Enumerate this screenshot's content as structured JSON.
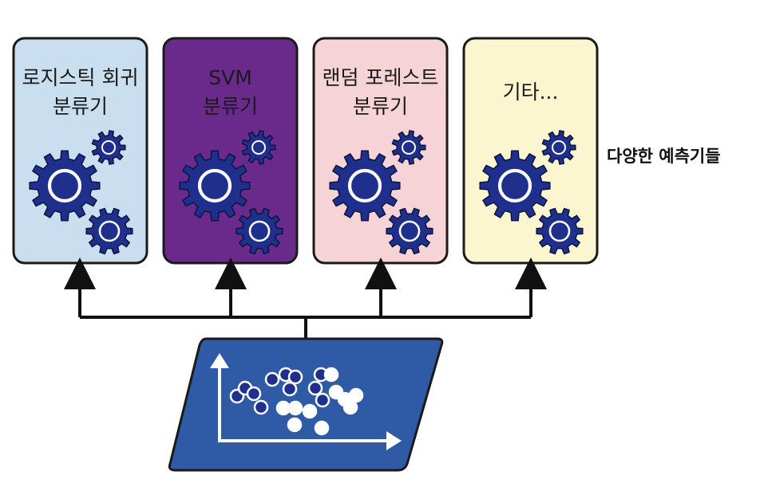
{
  "classifiers": [
    {
      "label": "로지스틱 회귀\n분류기",
      "fill": "#c9dff0",
      "text_color": "#1a1a1a",
      "gear_color": "#1f2f8c"
    },
    {
      "label": "SVM\n분류기",
      "fill": "#6a2a8c",
      "text_color": "#1a1a1a",
      "gear_color": "#1f2f8c"
    },
    {
      "label": "랜덤 포레스트\n분류기",
      "fill": "#f6d3d6",
      "text_color": "#1a1a1a",
      "gear_color": "#1f2f8c"
    },
    {
      "label": "기타...",
      "fill": "#fbf6cf",
      "text_color": "#1a1a1a",
      "gear_color": "#1f2f8c"
    }
  ],
  "predictors_label": "다양한 예측기들",
  "dataset": {
    "fill": "#2f5aa6",
    "point_colors": {
      "class_a": "#1f2f8c",
      "class_b": "#ffffff"
    }
  },
  "colors": {
    "outline": "#1a1a1a",
    "connector": "#111111"
  }
}
